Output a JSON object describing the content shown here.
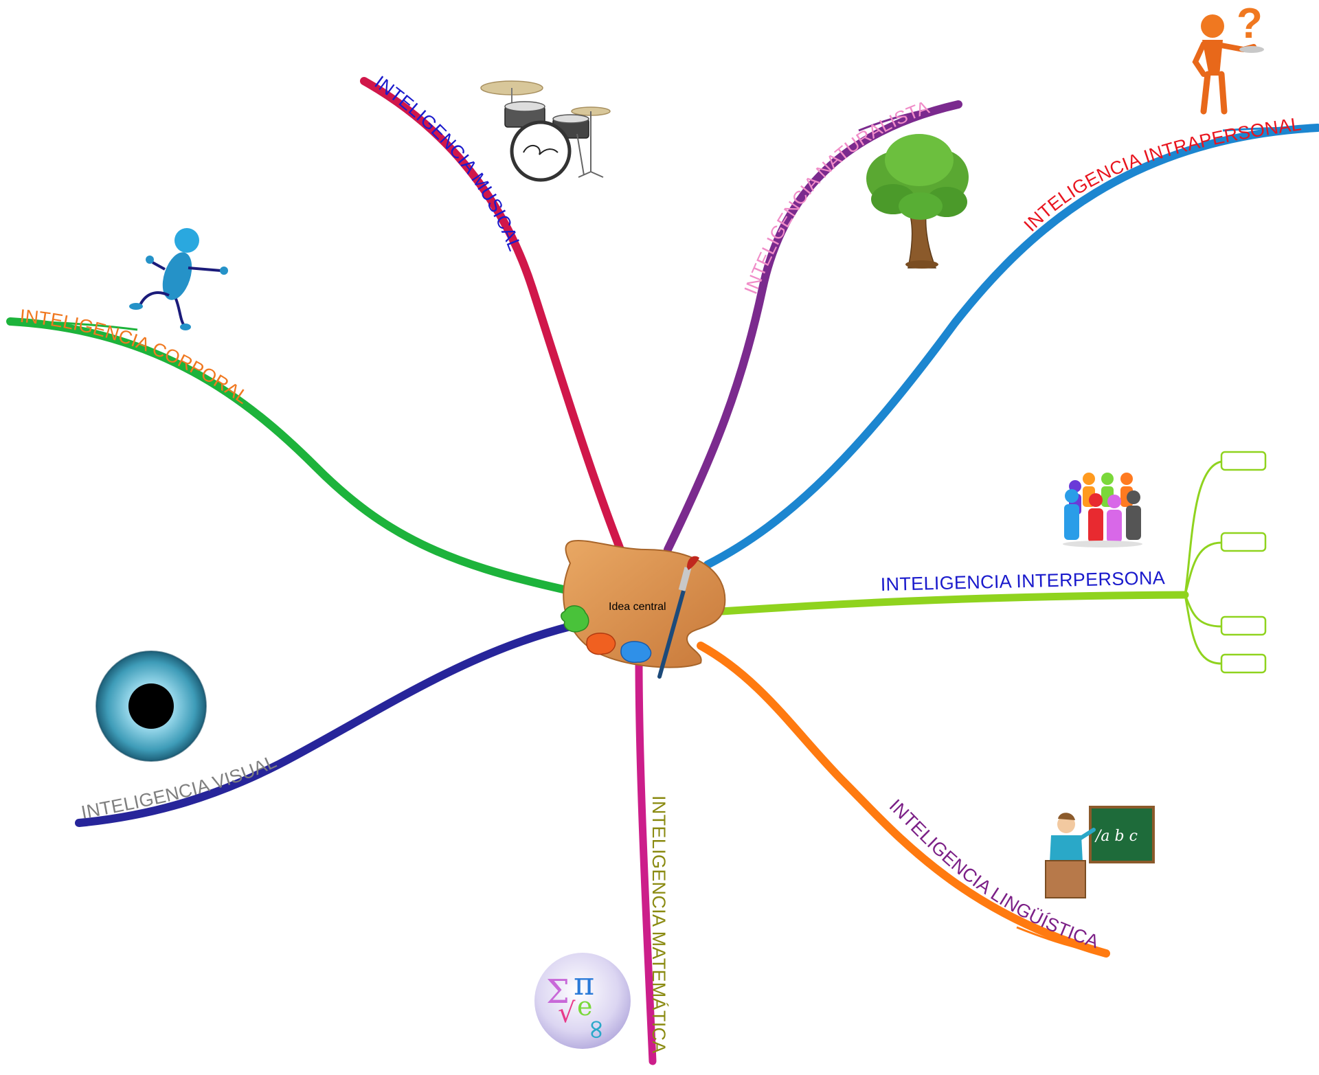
{
  "center": {
    "label": "Idea central"
  },
  "branches": [
    {
      "id": "corporal",
      "label": "INTELIGENCIA CORPORAL",
      "line_color": "#1DB33B",
      "text_color": "#F07820",
      "icon": "running-figure-icon"
    },
    {
      "id": "musical",
      "label": "INTELIGENCIA MUSICAL",
      "line_color": "#D0174A",
      "text_color": "#1A1ACC",
      "icon": "drum-kit-icon"
    },
    {
      "id": "naturalista",
      "label": "INTELIGENCIA NATURALISTA",
      "line_color": "#7B2A8E",
      "text_color": "#F08CC8",
      "icon": "tree-icon"
    },
    {
      "id": "intrapersonal",
      "label": "INTELIGENCIA INTRAPERSONAL",
      "line_color": "#1C86D0",
      "text_color": "#E8141E",
      "icon": "question-figure-icon"
    },
    {
      "id": "interpersonal",
      "label": "INTELIGENCIA INTERPERSONAL",
      "line_color": "#8FD31E",
      "text_color": "#1A1ACC",
      "icon": "people-group-icon",
      "sub_nodes": [
        "",
        "",
        "",
        ""
      ]
    },
    {
      "id": "linguistica",
      "label": "INTELIGENCIA LINGÜÍSTICA",
      "line_color": "#FF7A10",
      "text_color": "#7B1F86",
      "icon": "teacher-board-icon",
      "board_text": "/a b c"
    },
    {
      "id": "matematica",
      "label": "INTELIGENCIA MATEMÁTICA",
      "line_color": "#CC1E8A",
      "text_color": "#8A8A10",
      "icon": "math-symbols-icon"
    },
    {
      "id": "visual",
      "label": "INTELIGENCIA VISUAL",
      "line_color": "#27259A",
      "text_color": "#7F7F7F",
      "icon": "eye-icon"
    }
  ]
}
